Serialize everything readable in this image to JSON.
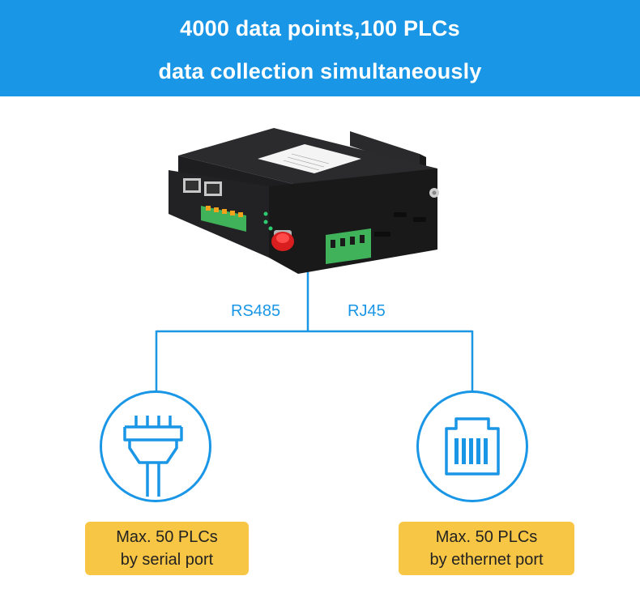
{
  "banner": {
    "line1": "4000 data points,100 PLCs",
    "line2": "data collection simultaneously",
    "color": "#1a96e6"
  },
  "connections": {
    "left_label": "RS485",
    "right_label": "RJ45"
  },
  "ports": {
    "serial": {
      "icon": "serial-port-icon",
      "line1": "Max. 50 PLCs",
      "line2": "by serial port"
    },
    "ethernet": {
      "icon": "ethernet-port-icon",
      "line1": "Max. 50 PLCs",
      "line2": "by ethernet port"
    }
  },
  "colors": {
    "accent": "#1a96e6",
    "box": "#f8c645",
    "device": "#1c1c1e",
    "terminal": "#3fb25a"
  }
}
